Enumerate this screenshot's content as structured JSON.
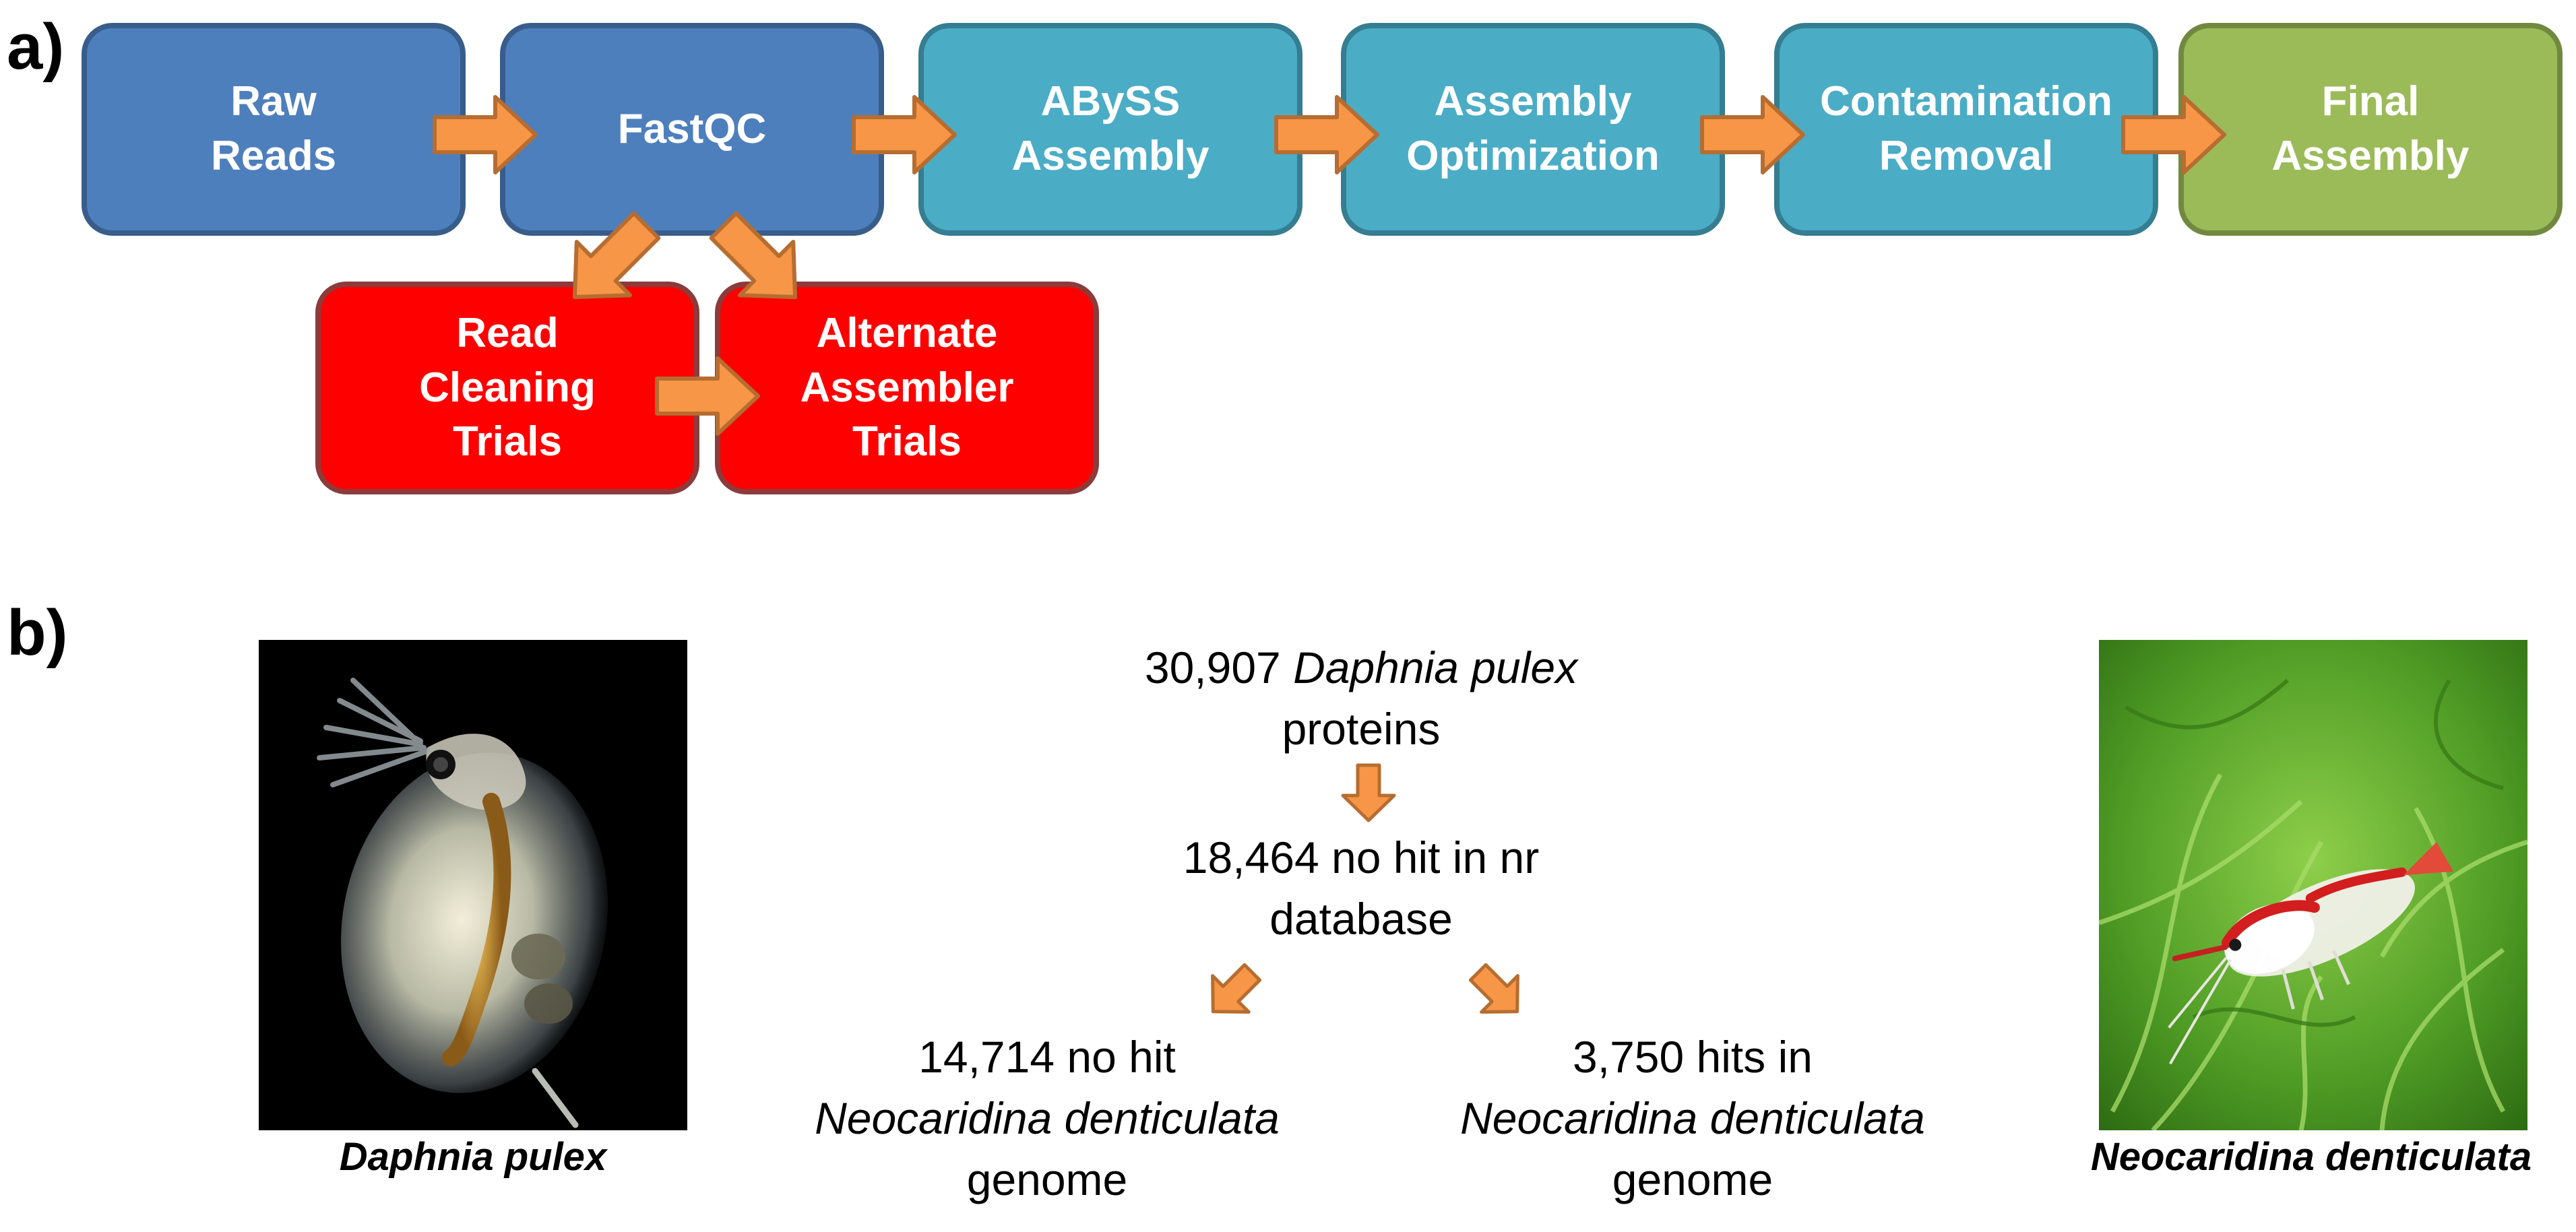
{
  "panel_a": {
    "label": "a)",
    "boxes": [
      {
        "id": "raw-reads",
        "text": "Raw\nReads",
        "color": "blue"
      },
      {
        "id": "fastqc",
        "text": "FastQC",
        "color": "blue"
      },
      {
        "id": "abyss-assembly",
        "text": "ABySS\nAssembly",
        "color": "teal"
      },
      {
        "id": "assembly-optimization",
        "text": "Assembly\nOptimization",
        "color": "teal"
      },
      {
        "id": "contamination-removal",
        "text": "Contamination\nRemoval",
        "color": "teal"
      },
      {
        "id": "final-assembly",
        "text": "Final\nAssembly",
        "color": "green"
      },
      {
        "id": "read-cleaning-trials",
        "text": "Read\nCleaning\nTrials",
        "color": "red"
      },
      {
        "id": "alternate-assembler-trials",
        "text": "Alternate\nAssembler\nTrials",
        "color": "red"
      }
    ]
  },
  "panel_b": {
    "label": "b)",
    "top": {
      "number": "30,907 ",
      "species": "Daphnia pulex",
      "line2": "proteins"
    },
    "middle": {
      "line1": "18,464 no hit in nr",
      "line2": "database"
    },
    "left": {
      "line1": "14,714 no hit",
      "species": "Neocaridina denticulata",
      "line3": "genome"
    },
    "right": {
      "line1": "3,750 hits in",
      "species": "Neocaridina denticulata",
      "line3": "genome"
    },
    "caption_left": "Daphnia pulex",
    "caption_right": "Neocaridina denticulata"
  },
  "colors": {
    "arrow_fill": "#f79646",
    "arrow_stroke": "#b66d31",
    "blue_box": "#4e7fbd",
    "teal_box": "#4bacc6",
    "green_box": "#9bbb59",
    "red_box": "#ff0000"
  }
}
